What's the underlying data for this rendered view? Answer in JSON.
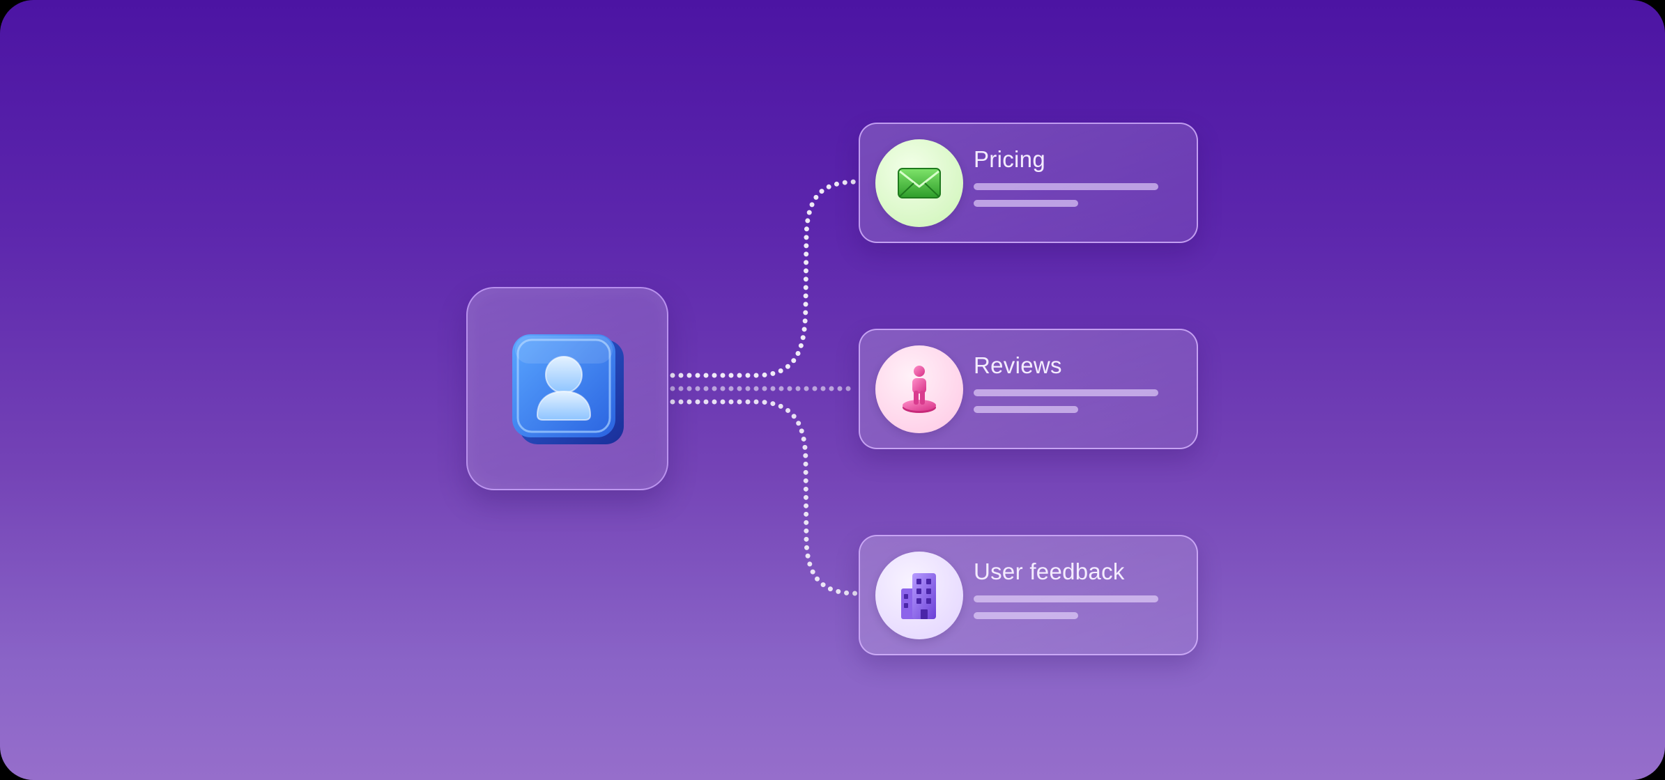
{
  "hub": {
    "icon": "user-profile-icon"
  },
  "cards": [
    {
      "title": "Pricing",
      "icon": "envelope-icon",
      "accent": "#d6f7c0"
    },
    {
      "title": "Reviews",
      "icon": "person-on-pedestal-icon",
      "accent": "#ffd9ee"
    },
    {
      "title": "User feedback",
      "icon": "office-building-icon",
      "accent": "#ece1ff"
    }
  ],
  "colors": {
    "background_top": "#4c14a3",
    "background_bottom": "#966ecb",
    "card_border": "#d6b4ff",
    "connector": "#ffffff"
  }
}
